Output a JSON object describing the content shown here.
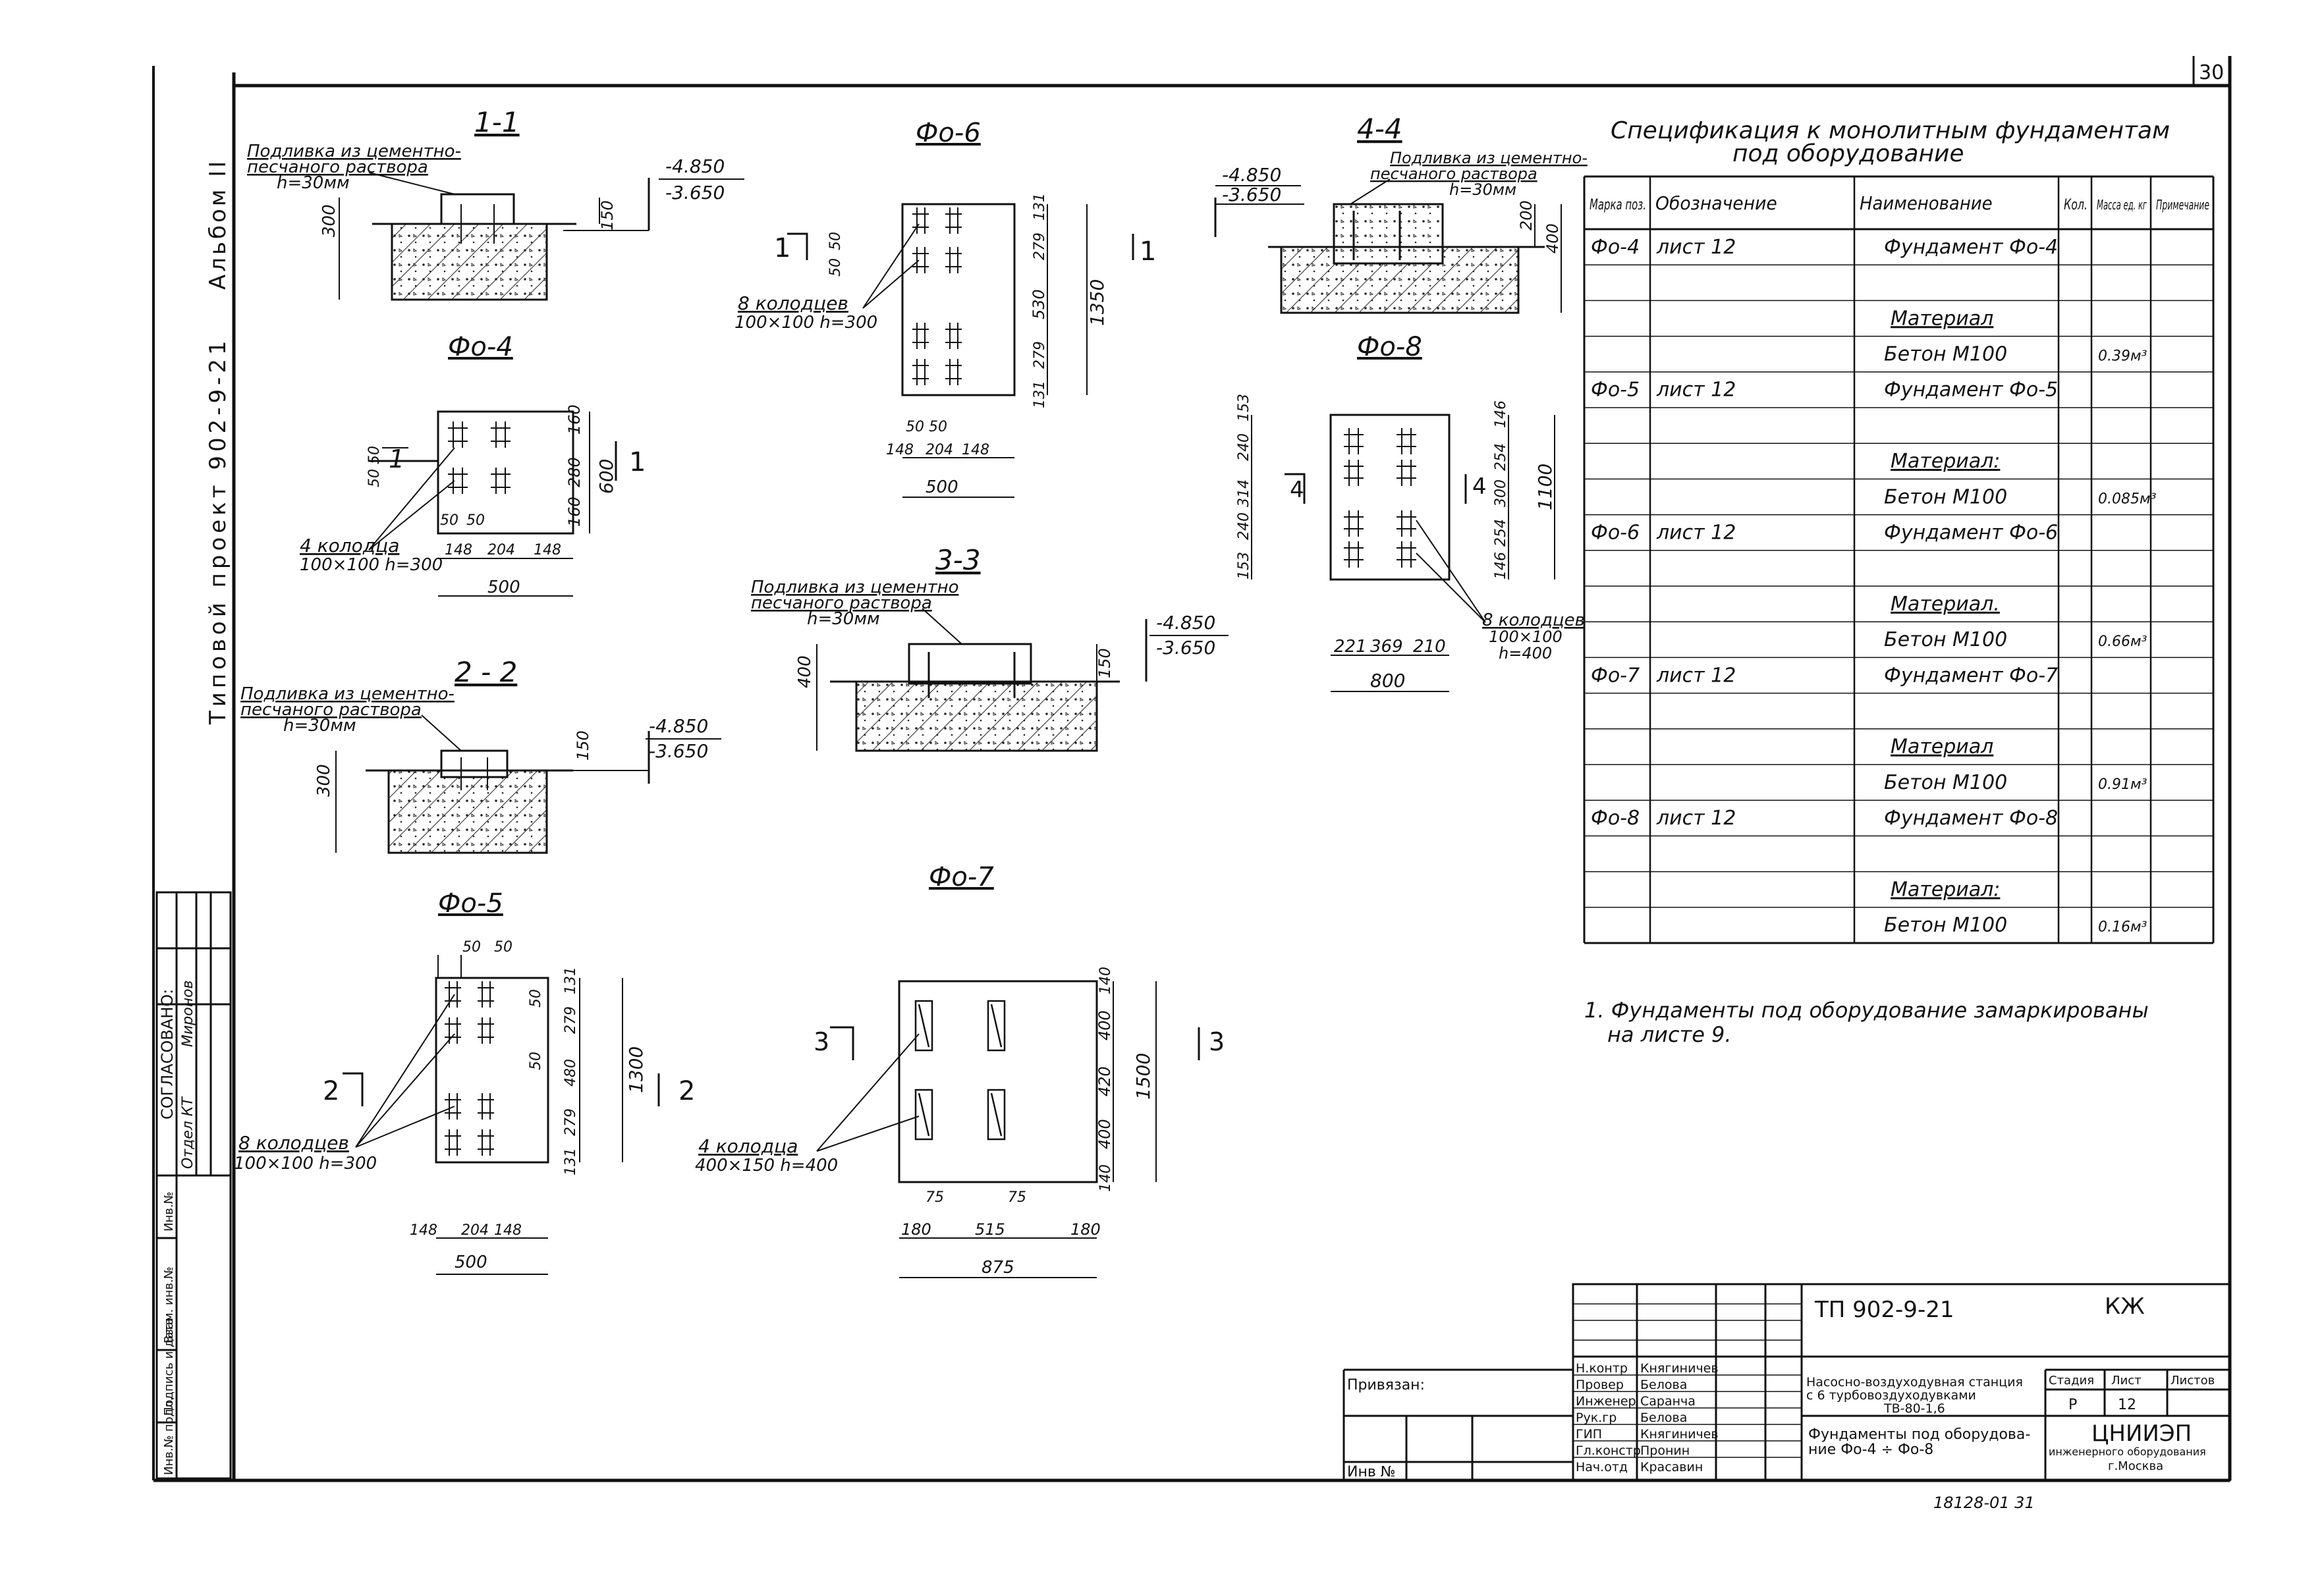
{
  "page_number": "30",
  "left_strip": {
    "album": "Альбом II",
    "project": "Типовой проект 902-9-21",
    "agreed": "СОГЛАСОВАНО:",
    "dept_row": [
      "Отдел КТ",
      "Миронов"
    ],
    "stamp_cells": [
      "Инв.№ подл.",
      "Подпись и дата",
      "Взам. инв.№",
      "Инв.№"
    ]
  },
  "sections": {
    "s11": {
      "title": "1-1",
      "note1": "Подливка из цементно-",
      "note2": "песчаного раствора",
      "note3": "h=30мм",
      "lev1": "-4.850",
      "lev2": "-3.650",
      "dim_h": "300",
      "dim_sm": "150"
    },
    "s22": {
      "title": "2 - 2",
      "note1": "Подливка из цементно-",
      "note2": "песчаного раствора",
      "note3": "h=30мм",
      "lev1": "-4.850",
      "lev2": "-3.650",
      "dim_h": "300",
      "dim_sm": "150"
    },
    "s33": {
      "title": "3-3",
      "note1": "Подливка из цементно",
      "note2": "песчаного раствора",
      "note3": "h=30мм",
      "lev1": "-4.850",
      "lev2": "-3.650",
      "dim_h": "400",
      "dim_sm": "150"
    },
    "s44": {
      "title": "4-4",
      "note1": "Подливка из цементно-",
      "note2": "песчаного раствора",
      "note3": "h=30мм",
      "lev1": "-4.850",
      "lev2": "-3.650",
      "dim_h": "400",
      "dim_sm": "200"
    }
  },
  "plans": {
    "fo4": {
      "title": "Фо-4",
      "dims": [
        "160",
        "280",
        "160",
        "600",
        "148",
        "204",
        "148",
        "500",
        "50",
        "50",
        "50",
        "50"
      ],
      "wells": "4 колодца",
      "wells_size": "100×100 h=300",
      "cut_left": "1",
      "cut_right": "1"
    },
    "fo5": {
      "title": "Фо-5",
      "dims": [
        "131",
        "279",
        "480",
        "279",
        "131",
        "1300",
        "148",
        "204",
        "148",
        "500",
        "50",
        "50",
        "50",
        "50"
      ],
      "wells": "8 колодцев",
      "wells_size": "100×100 h=300",
      "cut_left": "2",
      "cut_right": "2"
    },
    "fo6": {
      "title": "Фо-6",
      "dims": [
        "131",
        "279",
        "530",
        "279",
        "131",
        "1350",
        "148",
        "204",
        "148",
        "500",
        "50",
        "50",
        "50",
        "50"
      ],
      "wells": "8 колодцев",
      "wells_size": "100×100 h=300",
      "cut_left": "1",
      "cut_right": "1"
    },
    "fo7": {
      "title": "Фо-7",
      "dims": [
        "140",
        "400",
        "420",
        "400",
        "140",
        "1500",
        "180",
        "515",
        "180",
        "875",
        "75",
        "75"
      ],
      "wells": "4 колодца",
      "wells_size": "400×150 h=400",
      "cut_left": "3",
      "cut_right": "3"
    },
    "fo8": {
      "title": "Фо-8",
      "dims": [
        "153",
        "240",
        "314",
        "240",
        "153",
        "146",
        "254",
        "300",
        "254",
        "146",
        "1100",
        "221",
        "369",
        "210",
        "800"
      ],
      "wells": "8 колодцев",
      "wells_size": "100×100",
      "wells_h": "h=400",
      "cut_left": "4",
      "cut_right": "4"
    }
  },
  "spec": {
    "title1": "Спецификация к монолитным фундаментам",
    "title2": "под оборудование",
    "headers": [
      "Марка поз.",
      "Обозначение",
      "Наименование",
      "Кол.",
      "Масса ед. кг",
      "Примечание"
    ],
    "rows": [
      [
        "Фо-4",
        "лист 12",
        "Фундамент Фо-4",
        "",
        "",
        ""
      ],
      [
        "",
        "",
        "",
        "",
        "",
        ""
      ],
      [
        "",
        "",
        "Материал",
        "",
        "",
        ""
      ],
      [
        "",
        "",
        "Бетон М100",
        "",
        "0.39м³",
        ""
      ],
      [
        "Фо-5",
        "лист 12",
        "Фундамент Фо-5",
        "",
        "",
        ""
      ],
      [
        "",
        "",
        "",
        "",
        "",
        ""
      ],
      [
        "",
        "",
        "Материал:",
        "",
        "",
        ""
      ],
      [
        "",
        "",
        "Бетон М100",
        "",
        "0.085м³",
        ""
      ],
      [
        "Фо-6",
        "лист 12",
        "Фундамент Фо-6",
        "",
        "",
        ""
      ],
      [
        "",
        "",
        "",
        "",
        "",
        ""
      ],
      [
        "",
        "",
        "Материал.",
        "",
        "",
        ""
      ],
      [
        "",
        "",
        "Бетон М100",
        "",
        "0.66м³",
        ""
      ],
      [
        "Фо-7",
        "лист 12",
        "Фундамент Фо-7",
        "",
        "",
        ""
      ],
      [
        "",
        "",
        "",
        "",
        "",
        ""
      ],
      [
        "",
        "",
        "Материал",
        "",
        "",
        ""
      ],
      [
        "",
        "",
        "Бетон М100",
        "",
        "0.91м³",
        ""
      ],
      [
        "Фо-8",
        "лист 12",
        "Фундамент Фо-8",
        "",
        "",
        ""
      ],
      [
        "",
        "",
        "",
        "",
        "",
        ""
      ],
      [
        "",
        "",
        "Материал:",
        "",
        "",
        ""
      ],
      [
        "",
        "",
        "Бетон М100",
        "",
        "0.16м³",
        ""
      ]
    ]
  },
  "note": {
    "line1": "1.  Фундаменты под оборудование замаркированы",
    "line2": "на листе 9."
  },
  "title_block": {
    "doc_code": "ТП 902-9-21",
    "stage_code": "КЖ",
    "binding": "Привязан:",
    "inv": "Инв №",
    "roles": [
      "Н.контр",
      "Провер",
      "Инженер",
      "Рук.гр",
      "ГИП",
      "Гл.констр",
      "Нач.отд"
    ],
    "names": [
      "Княгиничев",
      "Белова",
      "Саранча",
      "Белова",
      "Княгиничев",
      "Пронин",
      "Красавин"
    ],
    "object1": "Насосно-воздуходувная станция",
    "object2": "с 6 турбовоздуходувками",
    "object3": "ТВ-80-1,6",
    "sheet_title1": "Фундаменты под оборудова-",
    "sheet_title2": "ние Фо-4 ÷ Фо-8",
    "stage_label": "Стадия",
    "sheet_label": "Лист",
    "sheets_label": "Листов",
    "stage": "Р",
    "sheet": "12",
    "org1": "ЦНИИЭП",
    "org2": "инженерного оборудования",
    "org3": "г.Москва",
    "archive": "18128-01   31"
  }
}
